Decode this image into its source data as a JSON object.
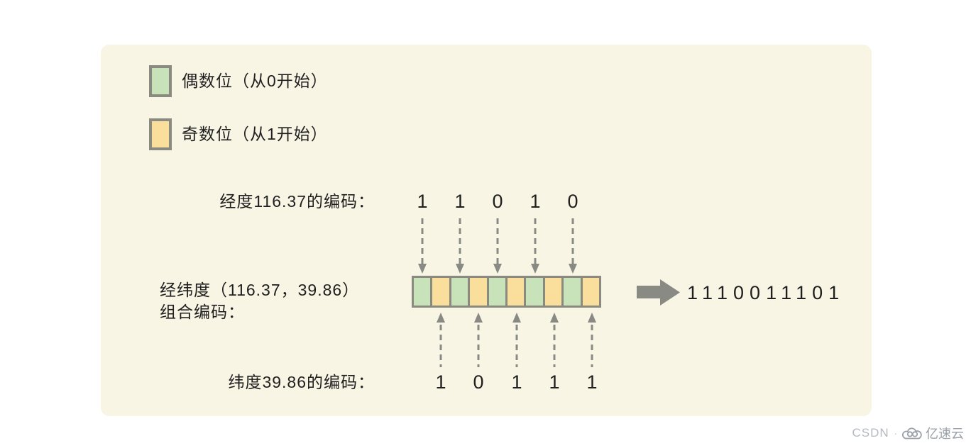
{
  "panel": {
    "legend": [
      {
        "label": "偶数位（从0开始）",
        "meaning": "even-bit",
        "color": "#c8e2b9"
      },
      {
        "label": "奇数位（从1开始）",
        "meaning": "odd-bit",
        "color": "#f9df9b"
      }
    ],
    "longitude": {
      "label": "经度116.37的编码：",
      "value": "116.37",
      "bits": [
        "1",
        "1",
        "0",
        "1",
        "0"
      ]
    },
    "latitude": {
      "label": "纬度39.86的编码：",
      "value": "39.86",
      "bits": [
        "1",
        "0",
        "1",
        "1",
        "1"
      ]
    },
    "combined": {
      "label_line1": "经纬度（116.37，39.86）",
      "label_line2": "组合编码：",
      "cell_pattern": [
        "even",
        "odd",
        "even",
        "odd",
        "even",
        "odd",
        "even",
        "odd",
        "even",
        "odd"
      ],
      "result": "1110011101"
    },
    "colors": {
      "panel_bg": "#f8f5e4",
      "even_bit": "#c8e2b9",
      "odd_bit": "#f9df9b",
      "cell_border": "#8a8a80",
      "arrow": "#8a8a85",
      "text": "#1f1f1f"
    }
  },
  "watermark": {
    "source": "CSDN",
    "separator": "·",
    "brand": "亿速云"
  }
}
